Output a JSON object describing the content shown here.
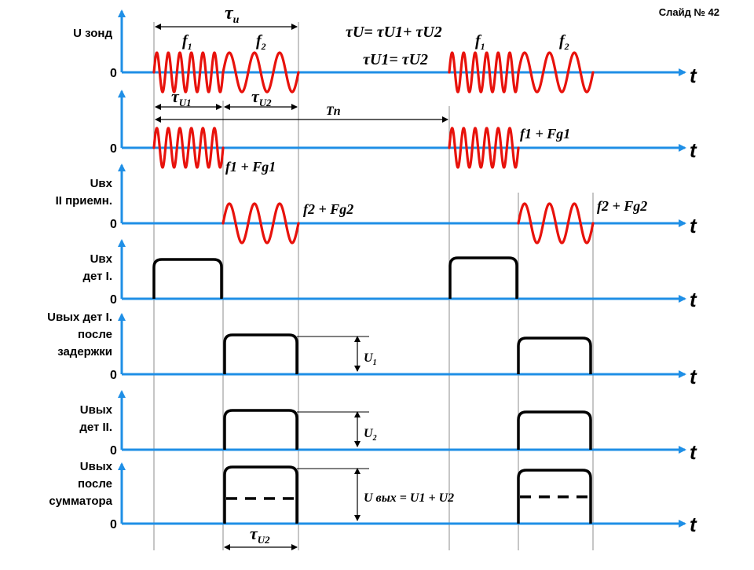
{
  "slide_number": "Слайд № 42",
  "colors": {
    "axis": "#1f8fe6",
    "wave": "#e8120c",
    "pulse": "#000000",
    "guide": "#555555"
  },
  "axis_t_label": "t",
  "zero_label": "0",
  "rows": [
    {
      "id": "u-zond",
      "label": [
        "U зонд"
      ]
    },
    {
      "id": "row2",
      "label": []
    },
    {
      "id": "uvx-ii",
      "label": [
        "Uвх",
        "II приемн."
      ]
    },
    {
      "id": "uvx-det",
      "label": [
        "Uвх",
        "дет I."
      ]
    },
    {
      "id": "uvyh-det-delay",
      "label": [
        "Uвых дет I.",
        "после",
        "задержки"
      ]
    },
    {
      "id": "uvyh-det-ii",
      "label": [
        "Uвых",
        "дет II."
      ]
    },
    {
      "id": "uvyh-sum",
      "label": [
        "Uвых",
        "после",
        "сумматора"
      ]
    }
  ],
  "annotations": {
    "tau_i": {
      "base": "τ",
      "sub": "и"
    },
    "f1": {
      "base": "f",
      "sub": "1"
    },
    "f2": {
      "base": "f",
      "sub": "2"
    },
    "eq1": "τU= τU1+ τU2",
    "eq2": "τU1= τU2",
    "tau_u1": {
      "base": "τ",
      "sub": "U1"
    },
    "tau_u2": {
      "base": "τ",
      "sub": "U2"
    },
    "tn": "Tn",
    "f1_fg1": "f1 + Fg1",
    "f2_fg2": "f2 + Fg2",
    "u1": {
      "base": "U",
      "sub": "1"
    },
    "u2": {
      "base": "U",
      "sub": "2"
    },
    "u_sum": "U вых = U1 + U2"
  }
}
